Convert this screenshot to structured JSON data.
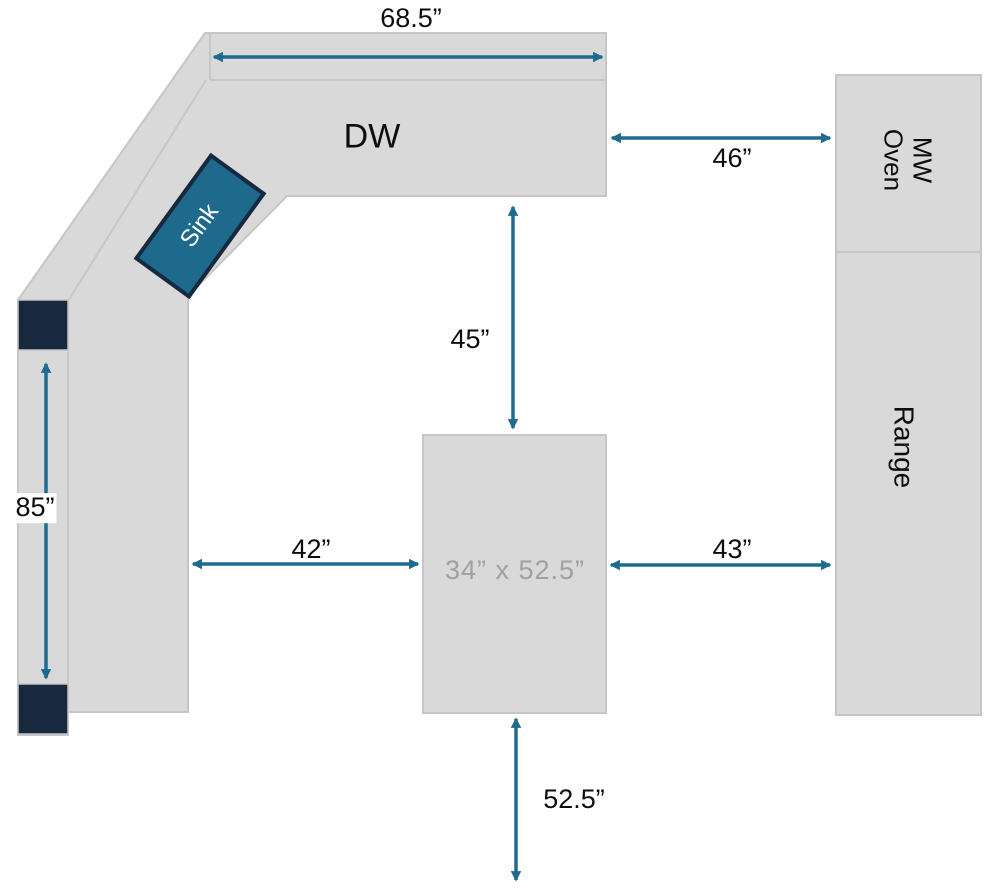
{
  "labels": {
    "dw": "DW",
    "sink": "Sink",
    "mw_line1": "MW",
    "mw_line2": "Oven",
    "range": "Range",
    "island": "34” x 52.5”"
  },
  "dimensions": {
    "top_counter": "68.5”",
    "counter_to_mw": "46”",
    "counter_to_island": "45”",
    "left_counter": "85”",
    "left_counter_to_island": "42”",
    "island_to_range": "43”",
    "island_depth": "52.5”"
  },
  "colors": {
    "counter_fill": "#d9d9d9",
    "counter_border": "#c6c6c6",
    "navy": "#16293f",
    "sink_fill": "#1d6a8c",
    "arrow": "#1f6b8f",
    "dim_text": "#0d0d0d",
    "island_text": "#a0a0a0",
    "sink_text": "#ffffff",
    "background": "#ffffff"
  }
}
